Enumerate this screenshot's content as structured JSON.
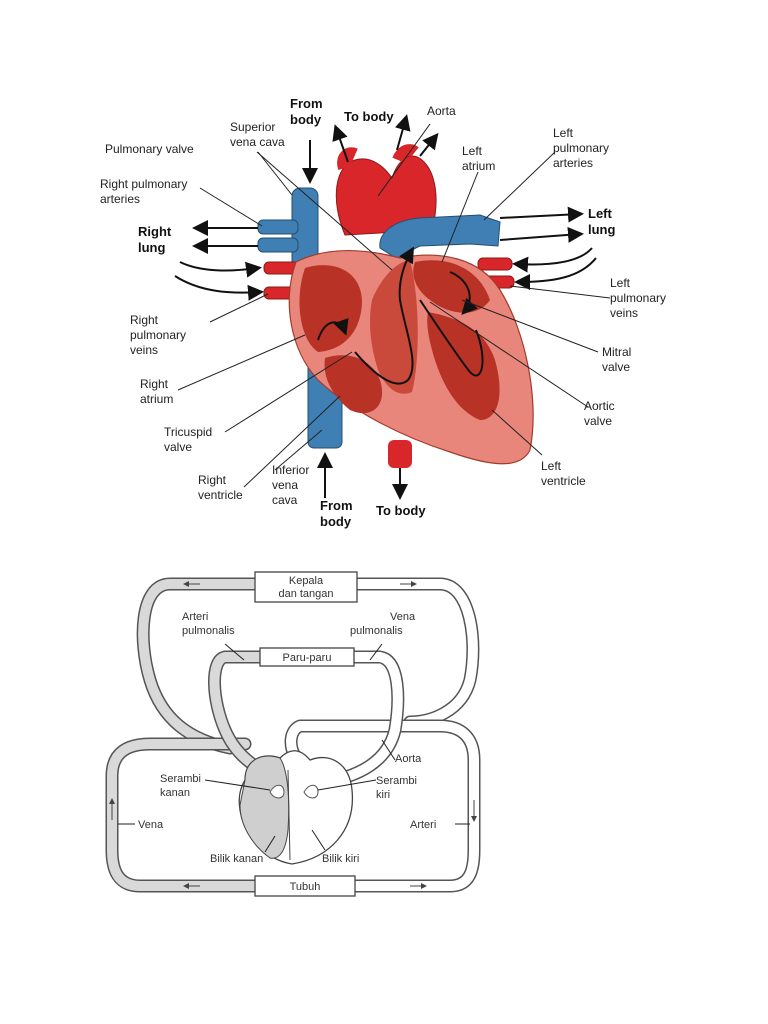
{
  "heart_diagram": {
    "labels": {
      "from_body_top": [
        "From",
        "body"
      ],
      "to_body_top": "To body",
      "aorta": "Aorta",
      "superior_vena_cava": [
        "Superior",
        "vena cava"
      ],
      "pulmonary_valve": "Pulmonary valve",
      "right_pulmonary_arteries": [
        "Right pulmonary",
        "arteries"
      ],
      "right_lung": [
        "Right",
        "lung"
      ],
      "right_pulmonary_veins": [
        "Right",
        "pulmonary",
        "veins"
      ],
      "right_atrium": [
        "Right",
        "atrium"
      ],
      "tricuspid_valve": [
        "Tricuspid",
        "valve"
      ],
      "right_ventricle": [
        "Right",
        "ventricle"
      ],
      "inferior_vena_cava": [
        "Inferior",
        "vena",
        "cava"
      ],
      "from_body_bottom": [
        "From",
        "body"
      ],
      "to_body_bottom": "To body",
      "left_atrium": [
        "Left",
        "atrium"
      ],
      "left_pulmonary_arteries": [
        "Left",
        "pulmonary",
        "arteries"
      ],
      "left_lung": [
        "Left",
        "lung"
      ],
      "left_pulmonary_veins": [
        "Left",
        "pulmonary",
        "veins"
      ],
      "mitral_valve": [
        "Mitral",
        "valve"
      ],
      "aortic_valve": [
        "Aortic",
        "valve"
      ],
      "left_ventricle": [
        "Left",
        "ventricle"
      ]
    },
    "colors": {
      "oxygenated": "#d8262b",
      "deoxygenated": "#3f7fb3",
      "muscle": "#e9867c",
      "chamber": "#b83226"
    }
  },
  "circulation_diagram": {
    "boxes": {
      "kepala": [
        "Kepala",
        "dan tangan"
      ],
      "paru": "Paru-paru",
      "tubuh": "Tubuh"
    },
    "labels": {
      "arteri_pulmonalis": [
        "Arteri",
        "pulmonalis"
      ],
      "vena_pulmonalis": [
        "Vena",
        "pulmonalis"
      ],
      "aorta": "Aorta",
      "serambi_kanan": [
        "Serambi",
        "kanan"
      ],
      "serambi_kiri": [
        "Serambi",
        "kiri"
      ],
      "vena": "Vena",
      "arteri": "Arteri",
      "bilik_kanan": "Bilik kanan",
      "bilik_kiri": "Bilik kiri"
    }
  }
}
